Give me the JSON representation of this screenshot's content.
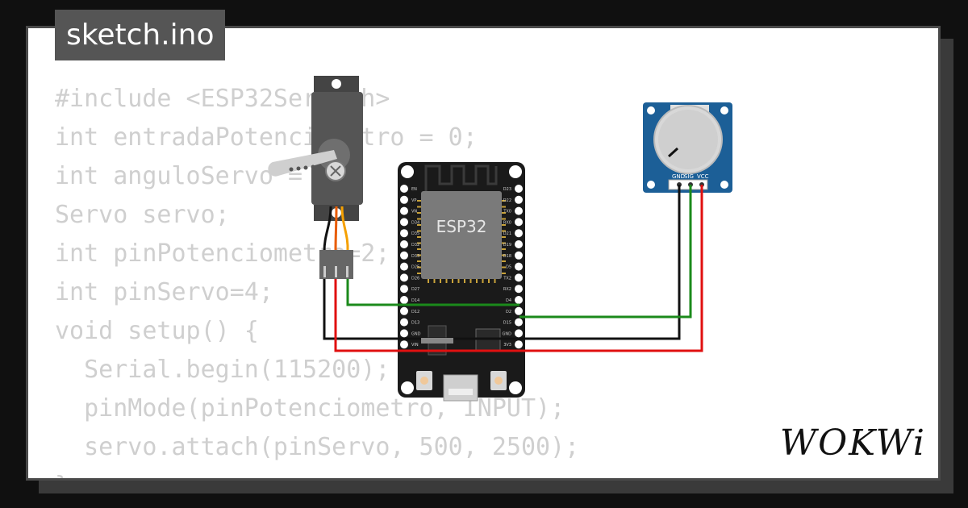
{
  "file_tab": {
    "label": "sketch.ino"
  },
  "code_lines": [
    "#include <ESP32Servo.h>",
    "int entradaPotenciometro = 0;",
    "int anguloServo = 0;",
    "Servo servo;",
    "int pinPotenciometro=2;",
    "int pinServo=4;",
    "void setup() {",
    "  Serial.begin(115200);",
    "  pinMode(pinPotenciometro, INPUT);",
    "  servo.attach(pinServo, 500, 2500);",
    "}"
  ],
  "board": {
    "chip_label": "ESP32",
    "left_pins": [
      "EN",
      "VP",
      "VN",
      "D34",
      "D35",
      "D32",
      "D33",
      "D25",
      "D26",
      "D27",
      "D14",
      "D12",
      "D13",
      "GND",
      "VIN"
    ],
    "right_pins": [
      "D23",
      "D22",
      "TX0",
      "RX0",
      "D21",
      "D19",
      "D18",
      "D5",
      "TX2",
      "RX2",
      "D4",
      "D2",
      "D15",
      "GND",
      "3V3"
    ]
  },
  "potentiometer": {
    "pin_labels": [
      "GND",
      "SIG",
      "VCC"
    ]
  },
  "logo": {
    "text": "WOKWi"
  },
  "colors": {
    "wire_green": "#1b8a1b",
    "wire_black": "#111111",
    "wire_red": "#e01010",
    "board_body": "#1a1a1a",
    "pot_pcb": "#1c5f97"
  }
}
